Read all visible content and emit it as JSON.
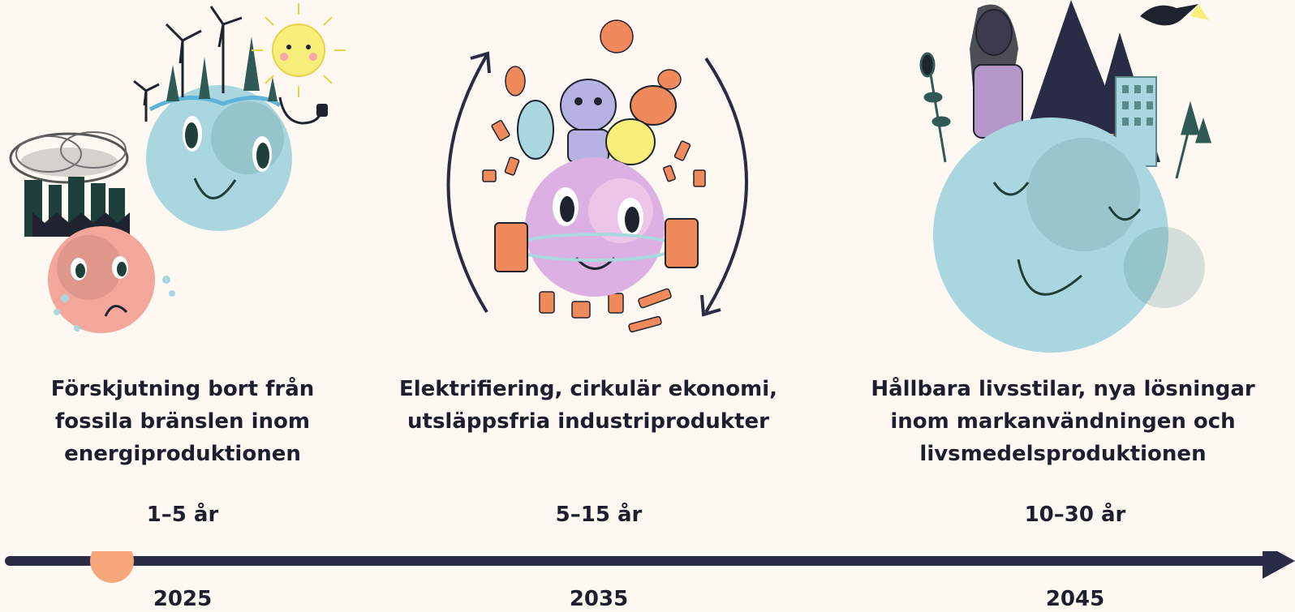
{
  "stages": [
    {
      "text": "Förskjutning bort från fossila bränslen inom energiproduktionen",
      "range": "1–5 år",
      "year": "2025"
    },
    {
      "text": "Elektrifiering, cirkulär ekonomi, utsläppsfria industriprodukter",
      "range": "5–15 år",
      "year": "2035"
    },
    {
      "text": "Hållbara livsstilar, nya lösningar inom markanvändningen och livsmedelsproduktionen",
      "range": "10–30 år",
      "year": "2045"
    }
  ],
  "colors": {
    "background": "#fdf9f2",
    "timeline": "#2a2b45",
    "marker": "#f7a77c",
    "planet_blue": "#a9d6df",
    "planet_pink": "#f2a79a",
    "planet_lilac": "#dcb0e2",
    "accent_orange": "#f08a5a",
    "dark_green": "#1f3f3a"
  }
}
